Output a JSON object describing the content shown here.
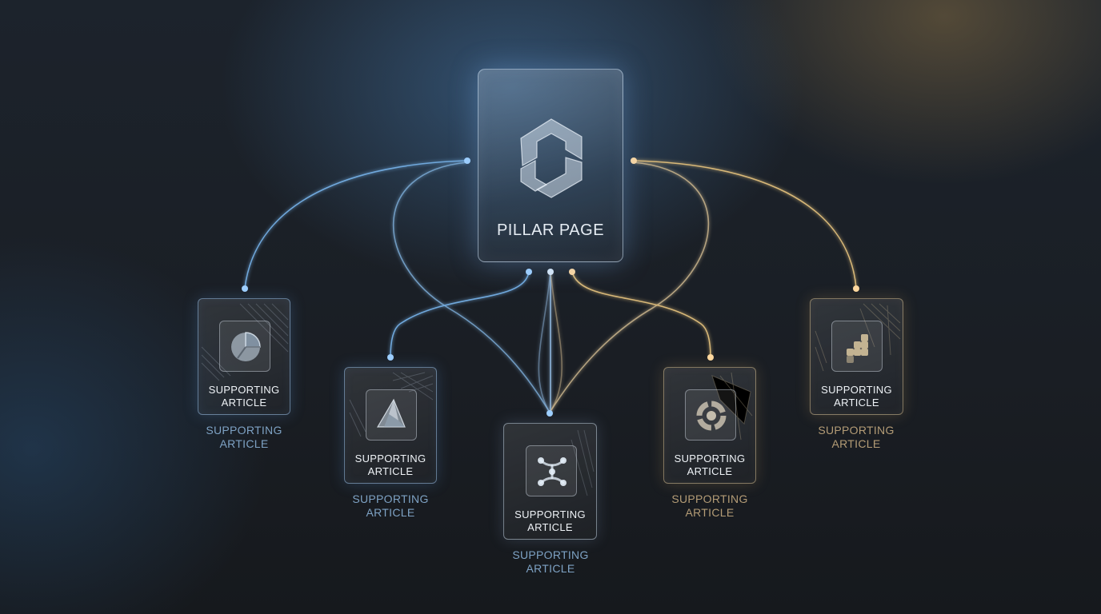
{
  "pillar": {
    "title": "PILLAR PAGE",
    "icon": "hexagon-logo-icon"
  },
  "articles": [
    {
      "card_line1": "SUPPORTING",
      "card_line2": "ARTICLE",
      "below_line1": "SUPPORTING",
      "below_line2": "ARTICLE",
      "icon": "pie-chart-icon",
      "tone": "blue"
    },
    {
      "card_line1": "SUPPORTING",
      "card_line2": "ARTICLE",
      "below_line1": "SUPPORTING",
      "below_line2": "ARTICLE",
      "icon": "mountain-peak-icon",
      "tone": "blue"
    },
    {
      "card_line1": "SUPPORTING",
      "card_line2": "ARTICLE",
      "below_line1": "SUPPORTING",
      "below_line2": "ARTICLE",
      "icon": "network-nodes-icon",
      "tone": "neutral"
    },
    {
      "card_line1": "SUPPORTING",
      "card_line2": "ARTICLE",
      "below_line1": "SUPPORTING",
      "below_line2": "ARTICLE",
      "icon": "target-ring-icon",
      "tone": "gold"
    },
    {
      "card_line1": "SUPPORTING",
      "card_line2": "ARTICLE",
      "below_line1": "SUPPORTING",
      "below_line2": "ARTICLE",
      "icon": "pixel-grid-icon",
      "tone": "gold"
    }
  ],
  "colors": {
    "blue_accent": "#6fa8dc",
    "gold_accent": "#d8b878",
    "below_blue": "#7ea2c4",
    "below_gold": "#b49c76"
  }
}
